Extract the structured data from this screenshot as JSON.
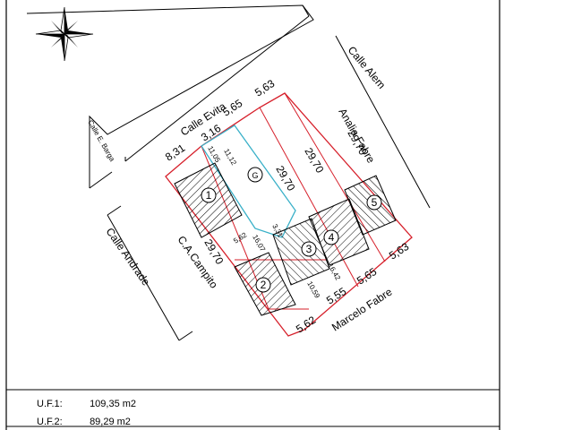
{
  "streets": {
    "evita": "Calle Evita",
    "alem": "Calle Alem",
    "barga": "Calle E. Barga",
    "andrade": "Calle Andrade",
    "marcelo_fabre": "Marcelo Fabre",
    "analia_fabre": "Analia Fabre",
    "campito": "C.A.Campito"
  },
  "dimensions": {
    "top_8_31": "8,31",
    "top_3_16": "3,16",
    "top_5_65": "5,65",
    "top_5_63": "5,63",
    "right_29_70": "29,70",
    "right_29_70b": "29,70",
    "center_29_70": "29,70",
    "left_29_70": "29,70",
    "bottom_5_62": "5,62",
    "bottom_5_55": "5,55",
    "bottom_5_65": "5,65",
    "bottom_5_63": "5,63",
    "small_11_05": "11,05",
    "small_11_12": "11,12",
    "small_5_62": "5,62",
    "small_16_07": "16,07",
    "small_3_31": "3,31",
    "small_16_42": "16,42",
    "small_10_59": "10,59"
  },
  "lots": [
    "1",
    "2",
    "3",
    "4",
    "5",
    "G"
  ],
  "legend": [
    {
      "label": "U.F.1:",
      "value": "109,35 m2"
    },
    {
      "label": "U.F.2:",
      "value": "89,29 m2"
    }
  ],
  "colors": {
    "lot_boundary": "#d61f2a",
    "common_area": "#39b0c8",
    "ink": "#000000"
  }
}
